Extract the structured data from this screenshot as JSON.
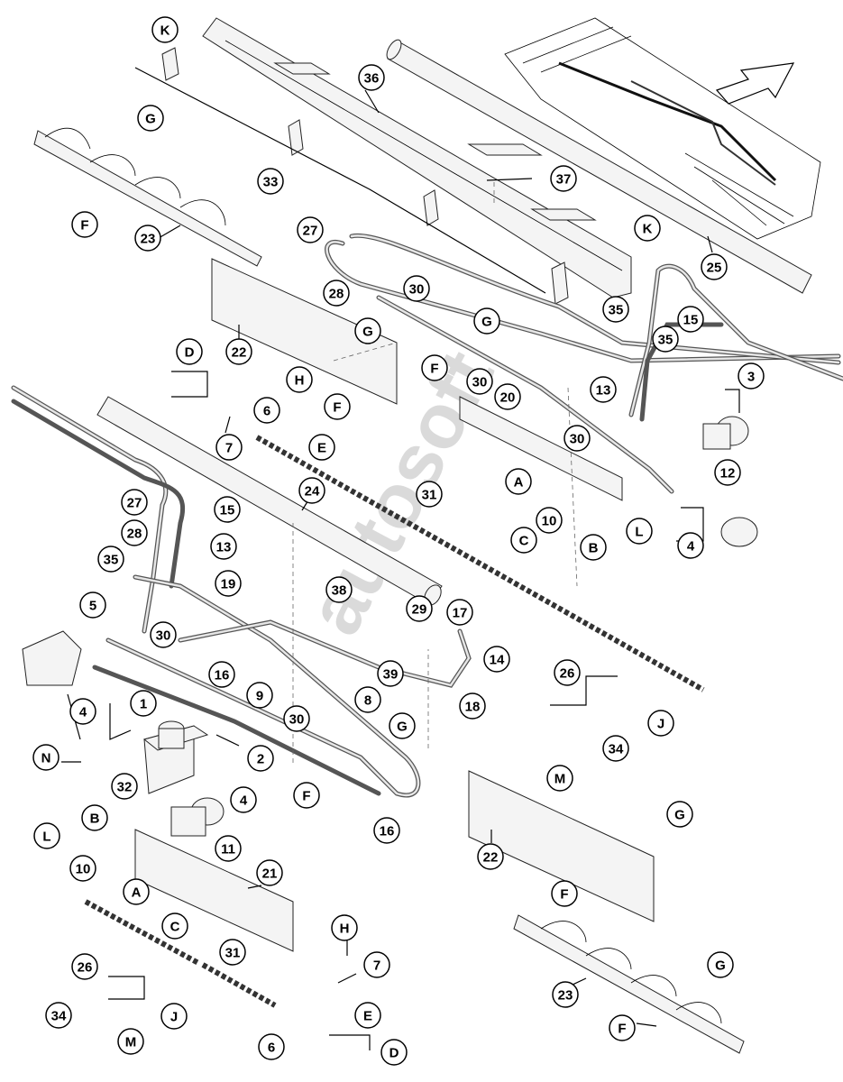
{
  "diagram": {
    "watermark": "autosoft",
    "callouts": [
      {
        "id": "K1",
        "label": "K"
      },
      {
        "id": "36",
        "label": "36"
      },
      {
        "id": "G1",
        "label": "G"
      },
      {
        "id": "33",
        "label": "33"
      },
      {
        "id": "37",
        "label": "37"
      },
      {
        "id": "F1",
        "label": "F"
      },
      {
        "id": "23a",
        "label": "23"
      },
      {
        "id": "K2",
        "label": "K"
      },
      {
        "id": "27a",
        "label": "27"
      },
      {
        "id": "25",
        "label": "25"
      },
      {
        "id": "28a",
        "label": "28"
      },
      {
        "id": "30a",
        "label": "30"
      },
      {
        "id": "22a",
        "label": "22"
      },
      {
        "id": "G2",
        "label": "G"
      },
      {
        "id": "35a",
        "label": "35"
      },
      {
        "id": "15a",
        "label": "15"
      },
      {
        "id": "G3",
        "label": "G"
      },
      {
        "id": "35b",
        "label": "35"
      },
      {
        "id": "D1",
        "label": "D"
      },
      {
        "id": "F2",
        "label": "F"
      },
      {
        "id": "30b",
        "label": "30"
      },
      {
        "id": "3",
        "label": "3"
      },
      {
        "id": "H1",
        "label": "H"
      },
      {
        "id": "F3",
        "label": "F"
      },
      {
        "id": "13a",
        "label": "13"
      },
      {
        "id": "6a",
        "label": "6"
      },
      {
        "id": "20",
        "label": "20"
      },
      {
        "id": "E1",
        "label": "E"
      },
      {
        "id": "30c",
        "label": "30"
      },
      {
        "id": "7a",
        "label": "7"
      },
      {
        "id": "12",
        "label": "12"
      },
      {
        "id": "A1",
        "label": "A"
      },
      {
        "id": "24",
        "label": "24"
      },
      {
        "id": "31a",
        "label": "31"
      },
      {
        "id": "27b",
        "label": "27"
      },
      {
        "id": "15b",
        "label": "15"
      },
      {
        "id": "10a",
        "label": "10"
      },
      {
        "id": "C1",
        "label": "C"
      },
      {
        "id": "L1",
        "label": "L"
      },
      {
        "id": "28b",
        "label": "28"
      },
      {
        "id": "B1",
        "label": "B"
      },
      {
        "id": "4a",
        "label": "4"
      },
      {
        "id": "13b",
        "label": "13"
      },
      {
        "id": "35c",
        "label": "35"
      },
      {
        "id": "19",
        "label": "19"
      },
      {
        "id": "38",
        "label": "38"
      },
      {
        "id": "5",
        "label": "5"
      },
      {
        "id": "29",
        "label": "29"
      },
      {
        "id": "17",
        "label": "17"
      },
      {
        "id": "30d",
        "label": "30"
      },
      {
        "id": "14",
        "label": "14"
      },
      {
        "id": "26a",
        "label": "26"
      },
      {
        "id": "16a",
        "label": "16"
      },
      {
        "id": "39",
        "label": "39"
      },
      {
        "id": "9",
        "label": "9"
      },
      {
        "id": "8",
        "label": "8"
      },
      {
        "id": "18",
        "label": "18"
      },
      {
        "id": "4b",
        "label": "4"
      },
      {
        "id": "1",
        "label": "1"
      },
      {
        "id": "30e",
        "label": "30"
      },
      {
        "id": "G4",
        "label": "G"
      },
      {
        "id": "J1",
        "label": "J"
      },
      {
        "id": "34a",
        "label": "34"
      },
      {
        "id": "2",
        "label": "2"
      },
      {
        "id": "N",
        "label": "N"
      },
      {
        "id": "M1",
        "label": "M"
      },
      {
        "id": "32",
        "label": "32"
      },
      {
        "id": "F4",
        "label": "F"
      },
      {
        "id": "4c",
        "label": "4"
      },
      {
        "id": "16b",
        "label": "16"
      },
      {
        "id": "G5",
        "label": "G"
      },
      {
        "id": "B2",
        "label": "B"
      },
      {
        "id": "L2",
        "label": "L"
      },
      {
        "id": "22b",
        "label": "22"
      },
      {
        "id": "11",
        "label": "11"
      },
      {
        "id": "10b",
        "label": "10"
      },
      {
        "id": "21",
        "label": "21"
      },
      {
        "id": "A2",
        "label": "A"
      },
      {
        "id": "F5",
        "label": "F"
      },
      {
        "id": "C2",
        "label": "C"
      },
      {
        "id": "H2",
        "label": "H"
      },
      {
        "id": "26b",
        "label": "26"
      },
      {
        "id": "31b",
        "label": "31"
      },
      {
        "id": "7b",
        "label": "7"
      },
      {
        "id": "G6",
        "label": "G"
      },
      {
        "id": "23b",
        "label": "23"
      },
      {
        "id": "34b",
        "label": "34"
      },
      {
        "id": "J2",
        "label": "J"
      },
      {
        "id": "E2",
        "label": "E"
      },
      {
        "id": "F6",
        "label": "F"
      },
      {
        "id": "M2",
        "label": "M"
      },
      {
        "id": "6b",
        "label": "6"
      },
      {
        "id": "D2",
        "label": "D"
      }
    ]
  }
}
